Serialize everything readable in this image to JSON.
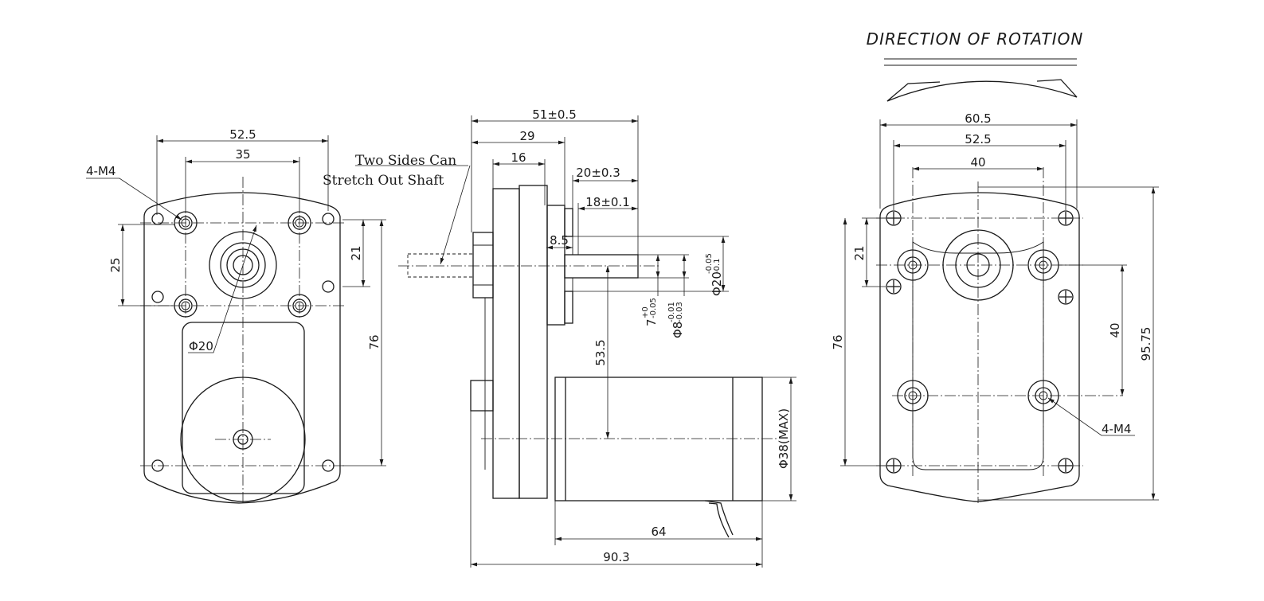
{
  "title": "DIRECTION OF ROTATION",
  "note": {
    "line1": "Two Sides Can",
    "line2": "Stretch Out Shaft"
  },
  "front_view": {
    "width_outer": "52.5",
    "hole_spacing": "35",
    "thread": "4-M4",
    "vertical_spacing": "25",
    "right_spacing": "21",
    "height": "76",
    "hub_diameter": "Φ20"
  },
  "side_view": {
    "overall_top": "51±0.5",
    "gearbox": "29",
    "flange": "16",
    "shaft_boss": "20±0.3",
    "shaft_length": "18±0.1",
    "flat": "8.5",
    "boss_diameter": "Φ20",
    "boss_tol_upper": "-0.05",
    "boss_tol_lower": "-0.1",
    "flat_depth": "7",
    "flat_tol_upper": "+0",
    "flat_tol_lower": "-0.05",
    "shaft_diameter": "Φ8",
    "shaft_tol_upper": "-0.01",
    "shaft_tol_lower": "-0.03",
    "center_offset": "53.5",
    "motor_diameter": "Φ38(MAX)",
    "motor_length": "64",
    "overall_length": "90.3"
  },
  "rear_view": {
    "width_outer": "60.5",
    "width_mid": "52.5",
    "hole_spacing": "40",
    "right_spacing": "40",
    "left_spacing": "21",
    "height_inner": "76",
    "height_outer": "95.75",
    "thread": "4-M4"
  }
}
